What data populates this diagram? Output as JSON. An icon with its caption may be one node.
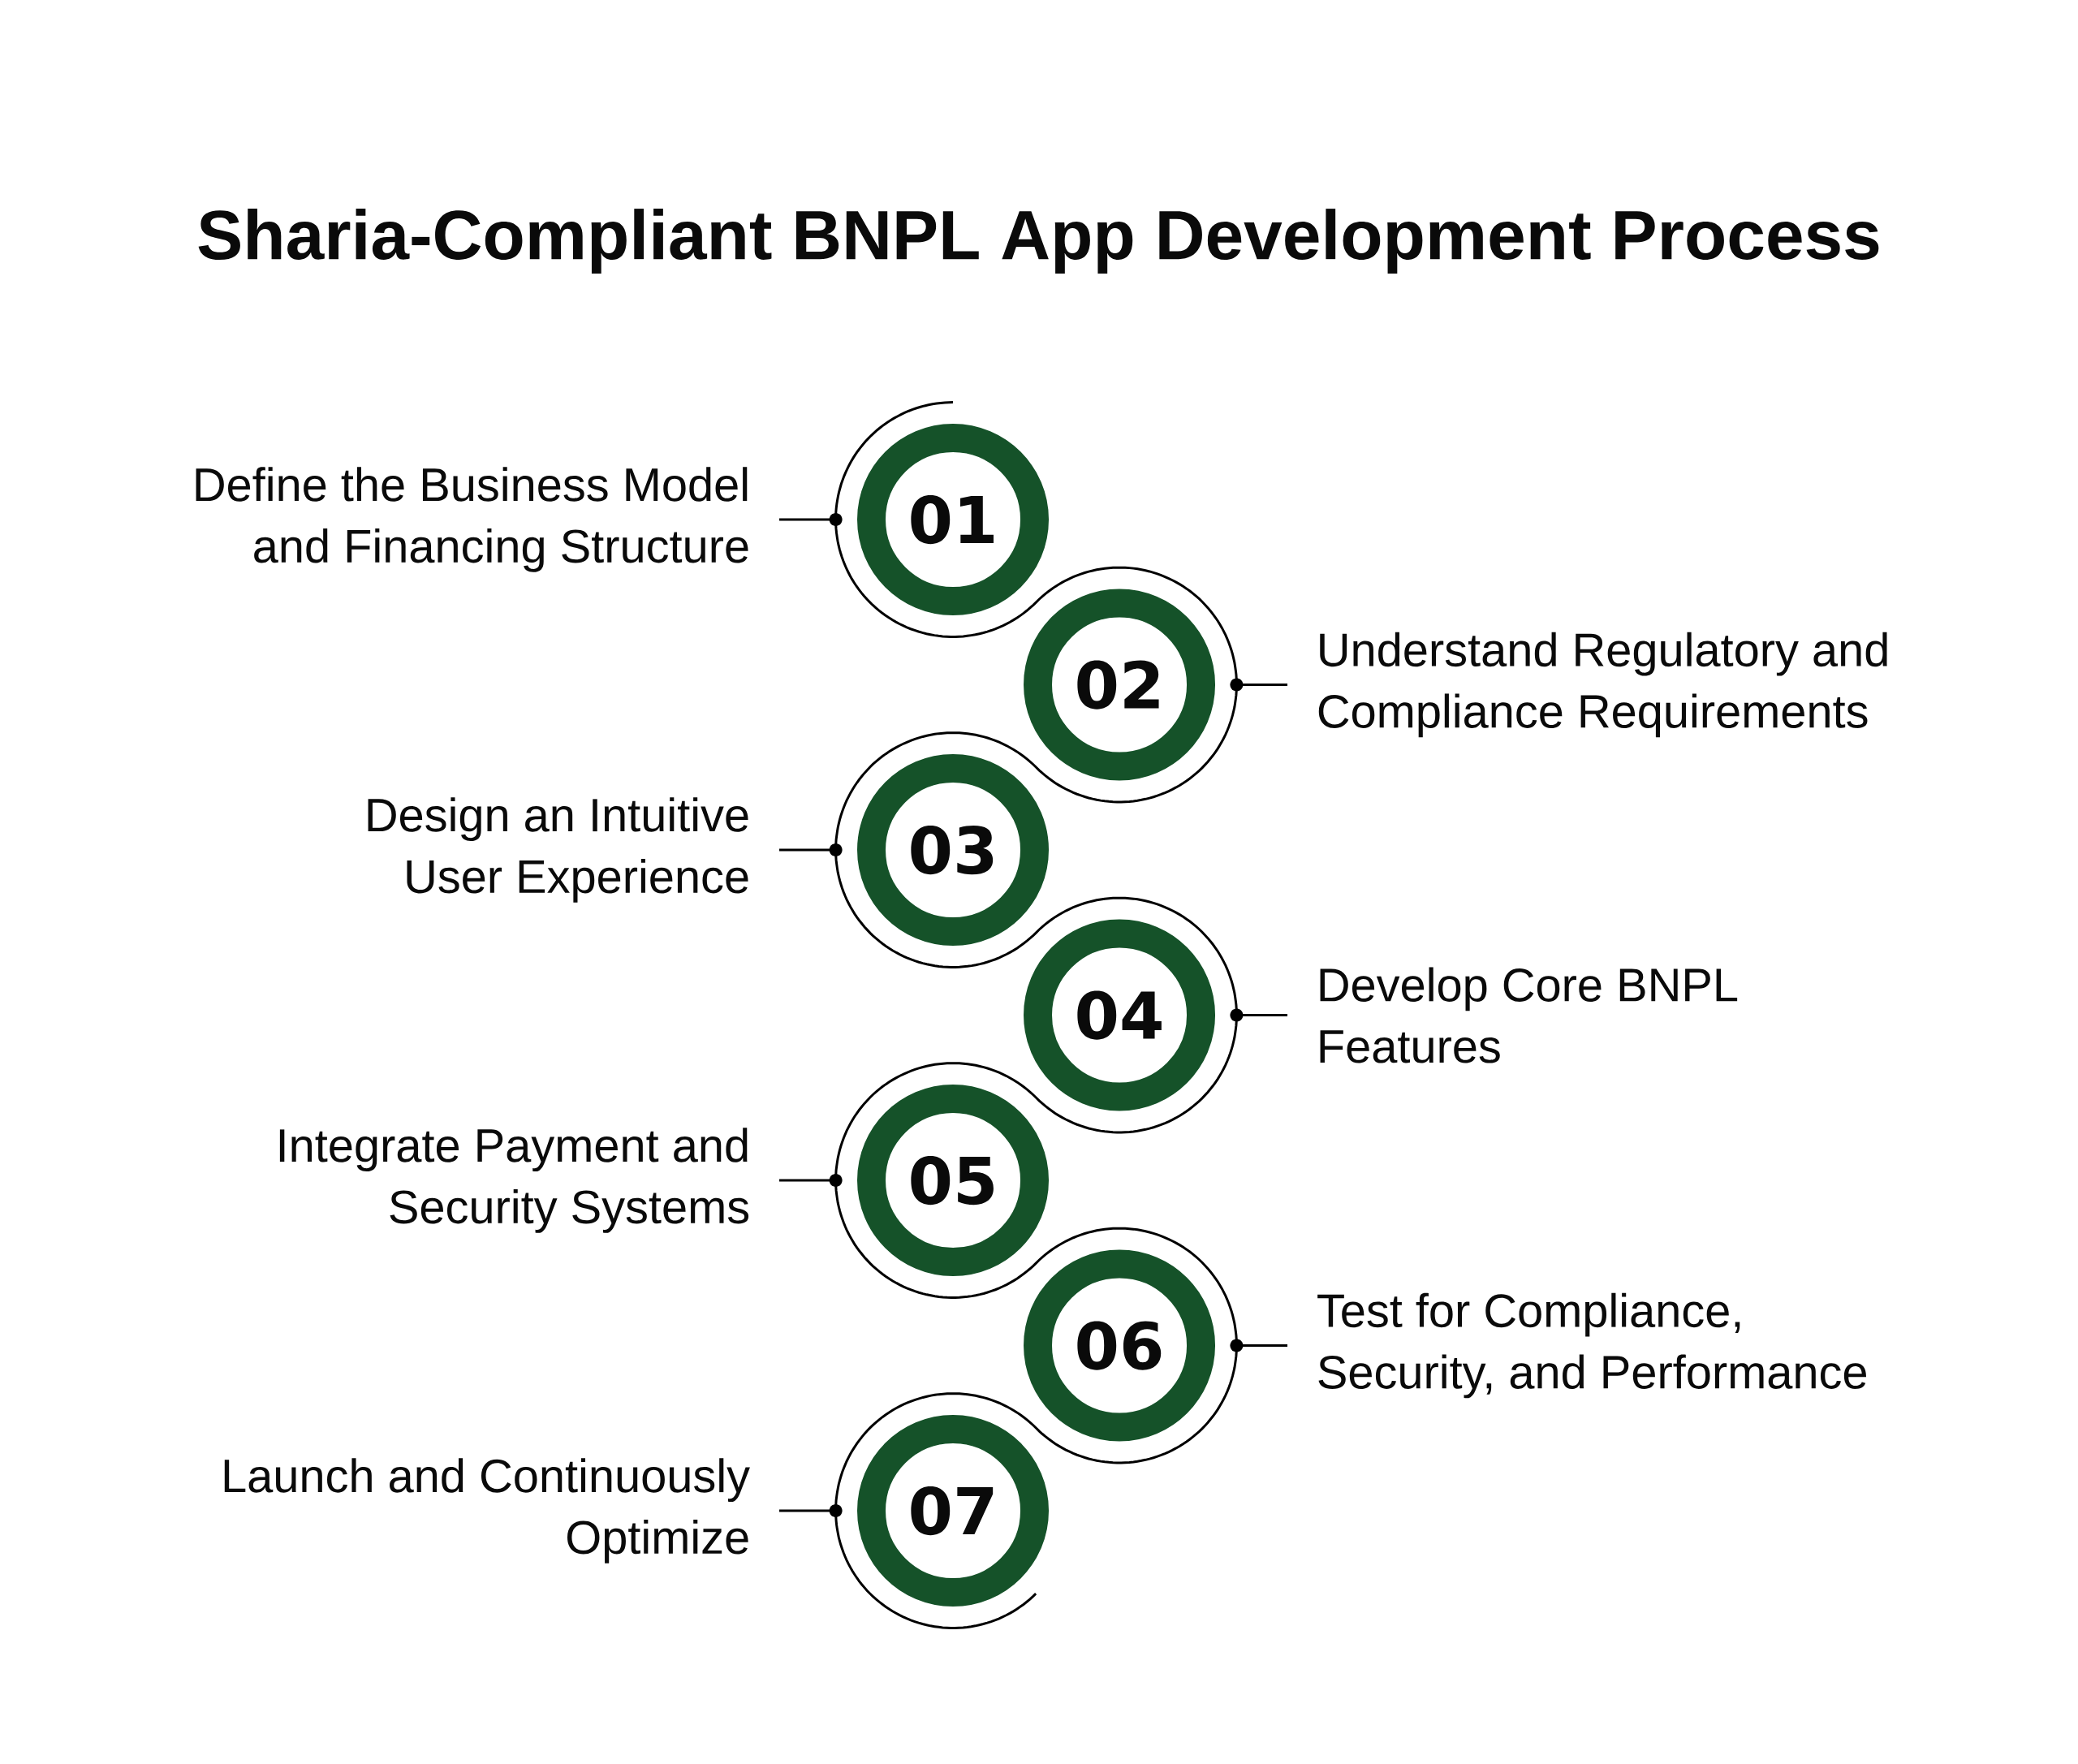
{
  "diagram": {
    "title": "Sharia-Compliant BNPL App Development Process",
    "nodes": [
      {
        "text": [
          "Define the Business Model and Financing Structure"
        ]
      },
      {
        "text": [
          "01"
        ]
      },
      {
        "text": [
          "02"
        ]
      },
      {
        "text": [
          "Understand Regulatory and Compliance Requirements"
        ]
      },
      {
        "text": [
          "Design an Intuitive User Experience"
        ]
      },
      {
        "text": [
          "03"
        ]
      },
      {
        "text": [
          "04"
        ]
      },
      {
        "text": [
          "Develop Core BNPL Features"
        ]
      },
      {
        "text": [
          "Integrate Payment and Security Systems"
        ]
      },
      {
        "text": [
          "05"
        ]
      },
      {
        "text": [
          "06"
        ]
      },
      {
        "text": [
          "Test for Compliance, Security, and Performance"
        ]
      },
      {
        "text": [
          "Launch and Continuously Optimize"
        ]
      },
      {
        "text": [
          "07"
        ]
      }
    ],
    "edges": [
      {
        "from": 0,
        "to": 1,
        "arrow": "other"
      },
      {
        "from": 3,
        "to": 2,
        "arrow": "other"
      },
      {
        "from": 4,
        "to": 5,
        "arrow": "other"
      },
      {
        "from": 7,
        "to": 6,
        "arrow": "other"
      },
      {
        "from": 8,
        "to": 9,
        "arrow": "other"
      },
      {
        "from": 11,
        "to": 10,
        "arrow": "other"
      },
      {
        "from": 12,
        "to": 13,
        "arrow": "other"
      }
    ]
  }
}
